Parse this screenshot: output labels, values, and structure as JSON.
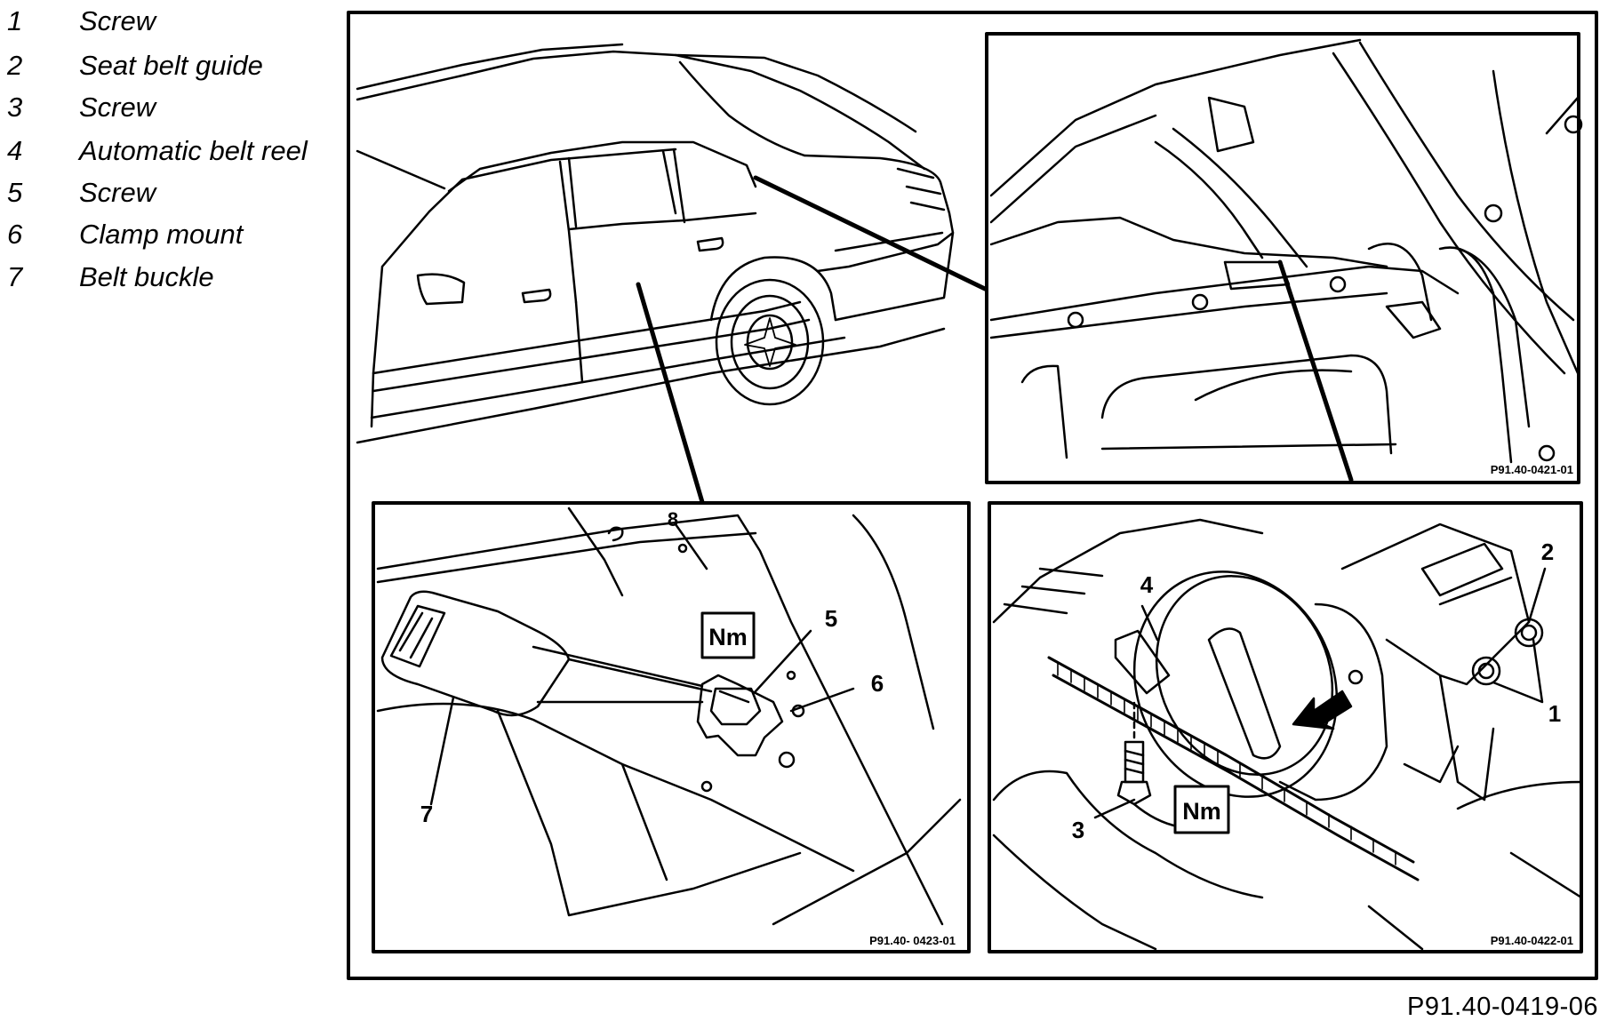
{
  "legend": [
    {
      "num": "1",
      "text": "Screw"
    },
    {
      "num": "2",
      "text": "Seat belt guide"
    },
    {
      "num": "3",
      "text": "Screw"
    },
    {
      "num": "4",
      "text": "Automatic belt reel"
    },
    {
      "num": "5",
      "text": "Screw"
    },
    {
      "num": "6",
      "text": "Clamp mount"
    },
    {
      "num": "7",
      "text": "Belt buckle"
    }
  ],
  "figure": {
    "reference": "P91.40-0419-06",
    "panels": {
      "top_right_code": "P91.40-0421-01",
      "bottom_left_code": "P91.40- 0423-01",
      "bottom_right_code": "P91.40-0422-01"
    },
    "callouts": {
      "c1": "1",
      "c2": "2",
      "c3": "3",
      "c4": "4",
      "c5": "5",
      "c6": "6",
      "c7": "7",
      "c8": "8"
    },
    "torque_label": "Nm"
  }
}
